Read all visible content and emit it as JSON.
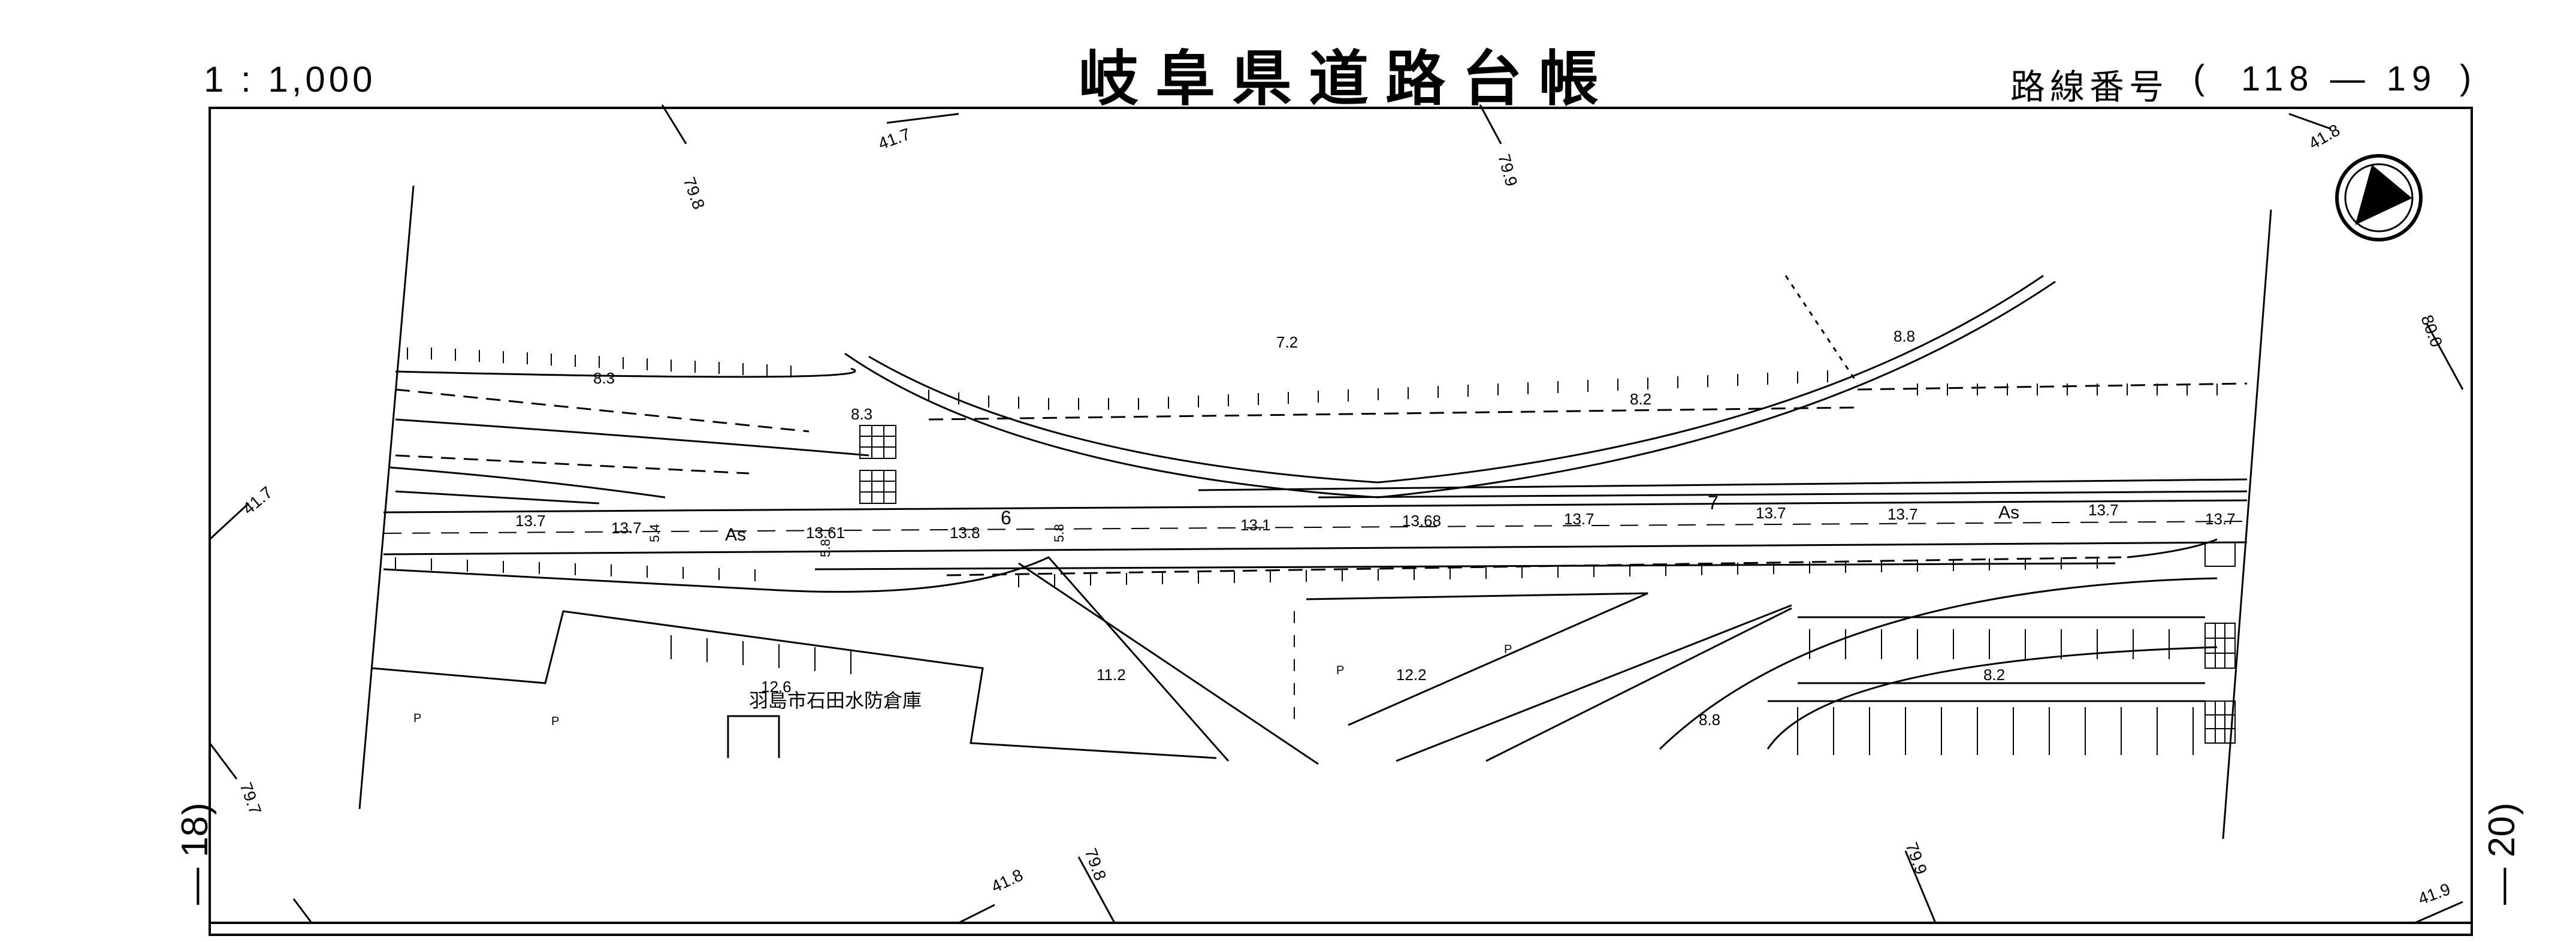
{
  "header": {
    "scale": "1 : 1,000",
    "title": "岐阜県道路台帳",
    "route_label": "路線番号",
    "route_number": "118 — 19",
    "open_paren": "(",
    "close_paren": ")"
  },
  "sheet_edges": {
    "left": "— 18",
    "right": "— 20",
    "left_paren": ")",
    "right_paren": ")"
  },
  "contours": {
    "c_79_8_top": "79.8",
    "c_41_7_top": "41.7",
    "c_79_9_top": "79.9",
    "c_41_8_top": "41.8",
    "c_80_0": "80.0",
    "c_41_7_left": "41.7",
    "c_79_7": "79.7",
    "c_41_8_bottom": "41.8",
    "c_79_8_bottom": "79.8",
    "c_79_9_bottom": "79.9",
    "c_41_9": "41.9"
  },
  "elevations": {
    "e1": "8.3",
    "e2": "8.3",
    "e3": "7.2",
    "e4": "8.8",
    "e5": "8.2",
    "e6": "12.6",
    "e7": "11.2",
    "e8": "12.2",
    "e9": "8.2",
    "e10": "8.8"
  },
  "road_profile": {
    "v1": "13.7",
    "v2": "13.7",
    "v3": "13.61",
    "v4": "13.8",
    "v5": "13.1",
    "v6": "13.68",
    "v7": "13.7",
    "v8": "13.7",
    "v9": "13.7",
    "v10": "13.7",
    "v11": "13.7",
    "surface1": "As",
    "surface2": "As",
    "station6": "6",
    "station7": "7",
    "width1": "5.4",
    "width2": "5.8",
    "width3": "5.8"
  },
  "facility": {
    "name": "羽島市石田水防倉庫"
  },
  "parking": {
    "p": "P"
  }
}
